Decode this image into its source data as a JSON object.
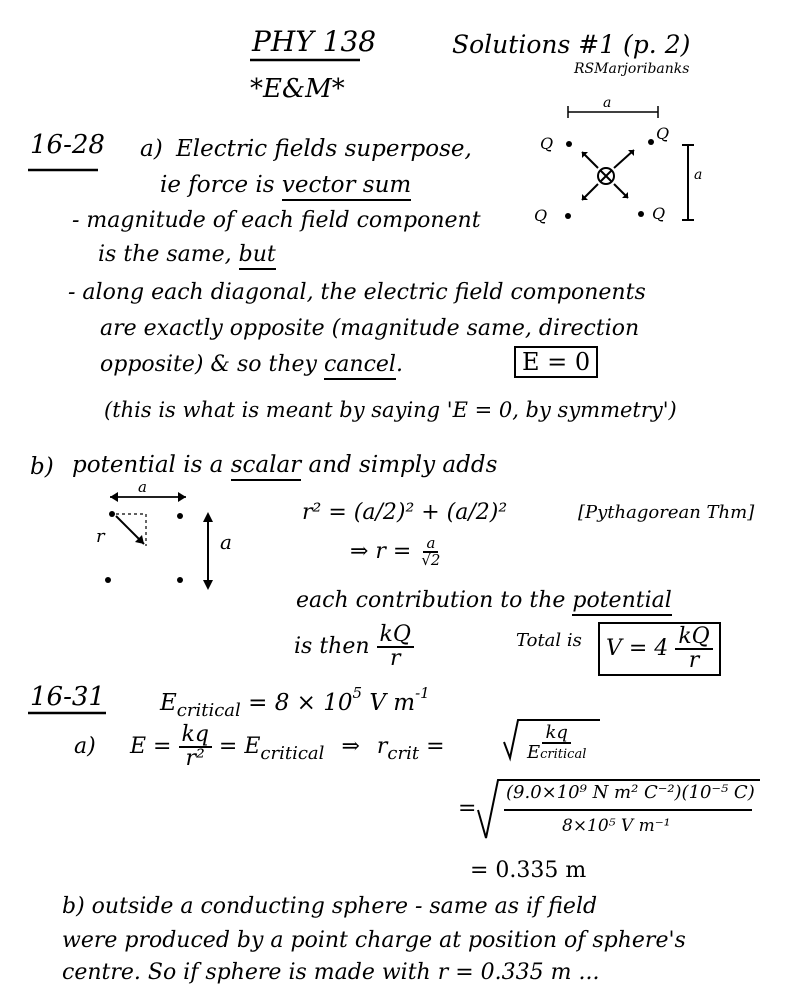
{
  "header": {
    "course": "PHY 138",
    "topic": "*E&M*",
    "title": "Solutions #1 (p. 2)",
    "author": "RSMarjoribanks"
  },
  "p1628": {
    "label": "16-28",
    "a_label": "a)",
    "a_line1": "Electric fields superpose,",
    "a_line2_pre": "ie force is ",
    "a_line2_vec": "vector sum",
    "dash1_line1": "- magnitude of each field component",
    "dash1_line2_pre": "is the same, ",
    "dash1_line2_but": "but",
    "dash2_line1": "- along each diagonal, the electric field components",
    "dash2_line2": "are exactly opposite (magnitude same, direction",
    "dash2_line3_pre": "opposite) & so they ",
    "dash2_line3_cancel": "cancel",
    "dash2_line3_post": ".",
    "result_box": "E = 0",
    "note": "(this is what is meant by saying 'E = 0, by symmetry')",
    "diagram": {
      "side_label": "a",
      "charge_label": "Q"
    },
    "b_label": "b)",
    "b_line_pre": "potential is a ",
    "b_line_scalar": "scalar",
    "b_line_post": " and simply adds",
    "b_diagram": {
      "top_label": "a",
      "r_label": "r",
      "side_label": "a"
    },
    "eq1": "r² = (a/2)² + (a/2)²",
    "pythag": "[Pythagorean Thm]",
    "eq2_pre": "⇒ r =",
    "eq2_num": "a",
    "eq2_den": "√2",
    "contrib_line1_pre": "each contribution to the ",
    "contrib_line1_potential": "potential",
    "contrib_line2_pre": "is then",
    "contrib_num": "kQ",
    "contrib_den": "r",
    "total_pre": "Total is",
    "total_box_pre": "V = 4",
    "total_num": "kQ",
    "total_den": "r"
  },
  "p1631": {
    "label": "16-31",
    "ecrit_E": "E",
    "ecrit_sub": "critical",
    "ecrit_eq": "= 8 × 10",
    "ecrit_exp": "5",
    "ecrit_unit": "V m",
    "ecrit_unit_exp": "-1",
    "a_label": "a)",
    "a_eq_pre": "E =",
    "a_num": "kq",
    "a_den": "r²",
    "a_eq_mid": "= E",
    "a_eq_sub": "critical",
    "a_arrow": "⇒",
    "a_rcrit": "r",
    "a_rcrit_sub": "crit",
    "a_eq_eq": "=",
    "sqrt_num": "kq",
    "sqrt_den_E": "E",
    "sqrt_den_sub": "critical",
    "big_eq": "=",
    "big_num": "(9.0×10⁹ N m² C⁻²)(10⁻⁵ C)",
    "big_den": "8×10⁵ V m⁻¹",
    "result": "= 0.335 m",
    "b_line1": "b) outside a conducting sphere - same as if field",
    "b_line2": "were produced by a point charge at position of sphere's",
    "b_line3": "centre. So if sphere is made with r = 0.335 m ..."
  }
}
